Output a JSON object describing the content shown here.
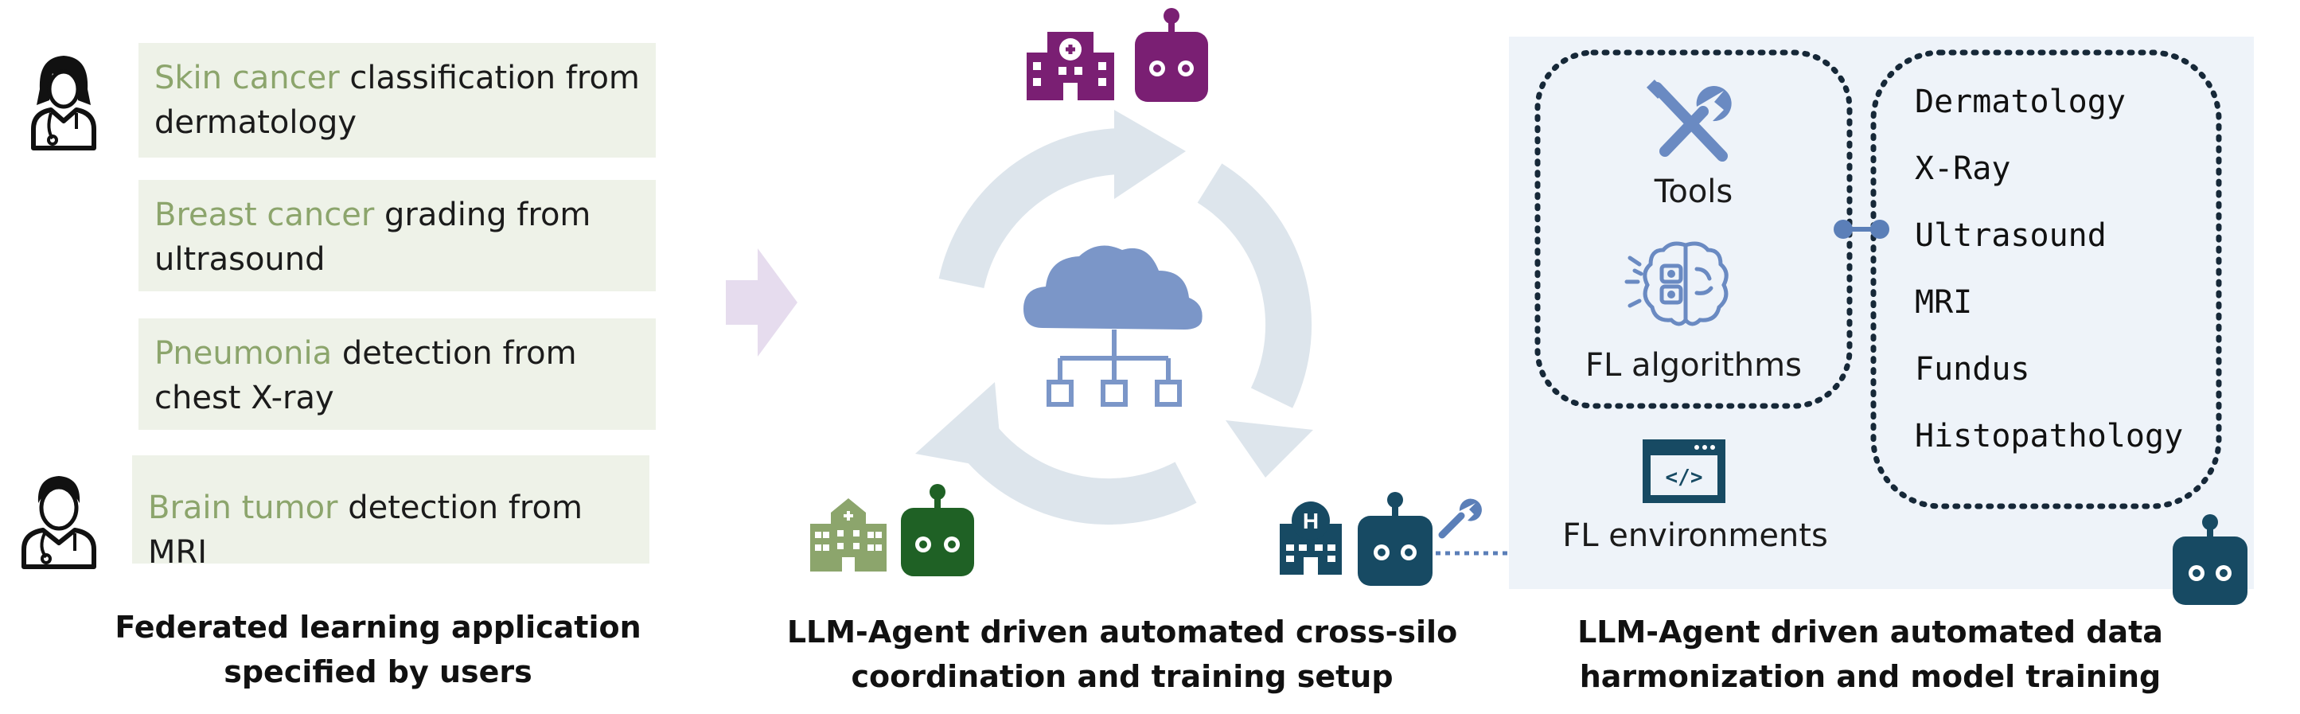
{
  "colors": {
    "task_bg": "#eef2e8",
    "highlight_green": "#8ca56c",
    "purple": "#7a1f73",
    "dark_green": "#1f6125",
    "olive_green": "#8ca56c",
    "navy": "#174a63",
    "cloud_blue": "#7b96c8",
    "cycle_gray": "#dde5ec",
    "panel_bg": "#eef3f9",
    "arrow_lavender": "#e6dcee"
  },
  "tasks": [
    {
      "highlight": "Skin cancer",
      "line1_rest": " classification from",
      "line2": "dermatology"
    },
    {
      "highlight": "Breast cancer",
      "line1_rest": " grading from",
      "line2": "ultrasound"
    },
    {
      "highlight": "Pneumonia",
      "line1_rest": " detection from",
      "line2": "chest X-ray"
    },
    {
      "highlight": "Brain tumor",
      "line1_rest": " detection from MRI"
    }
  ],
  "captions": {
    "left": {
      "line1": "Federated learning application",
      "line2": "specified by users"
    },
    "middle": {
      "line1": "LLM-Agent driven automated cross-silo",
      "line2": "coordination and training setup"
    },
    "right": {
      "line1": "LLM-Agent driven automated data",
      "line2": "harmonization and model training"
    }
  },
  "panel": {
    "tools_label": "Tools",
    "fl_algorithms_label": "FL algorithms",
    "fl_environments_label": "FL environments",
    "modalities": [
      "Dermatology",
      "X-Ray",
      "Ultrasound",
      "MRI",
      "Fundus",
      "Histopathology"
    ]
  },
  "icons": [
    "female-doctor-icon",
    "male-doctor-icon",
    "hospital-icon",
    "robot-icon",
    "cloud-network-icon",
    "wrench-icon",
    "tools-icon",
    "brain-chip-icon",
    "code-window-icon"
  ]
}
